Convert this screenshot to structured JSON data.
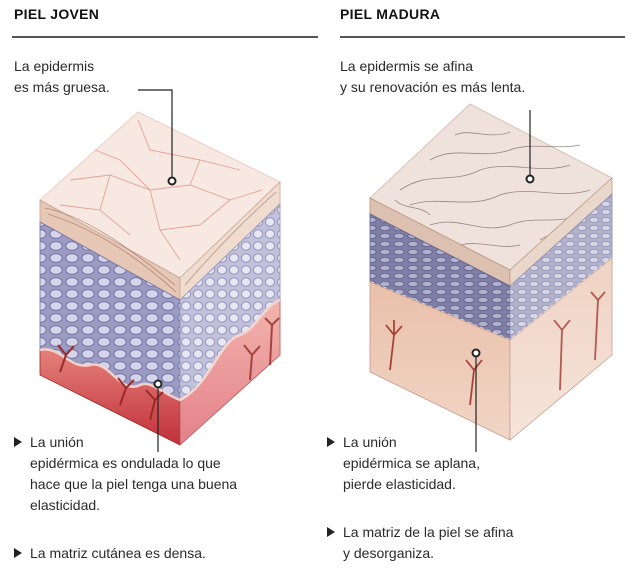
{
  "young": {
    "title": "PIEL JOVEN",
    "top_note": [
      "La epidermis",
      "es más gruesa."
    ],
    "bullets": [
      [
        "La unión",
        "epidérmica es ondulada lo que",
        "hace que la piel tenga una buena",
        "elasticidad."
      ],
      [
        "La matriz cutánea es densa."
      ]
    ]
  },
  "mature": {
    "title": "PIEL MADURA",
    "top_note": [
      "La epidermis se afina",
      "y su renovación es más lenta."
    ],
    "bullets": [
      [
        "La unión",
        "epidérmica se aplana,",
        "pierde elasticidad."
      ],
      [
        "La matriz de la piel se afina",
        "y desorganiza."
      ]
    ]
  },
  "colors": {
    "epidermis_top": "#f6e6df",
    "crack_young": "#e6a59a",
    "dermis_side": "#d9b8a6",
    "cell_layer": "#8f8fb8",
    "cell_fill": "#c9c9e3",
    "deep_young": "#c83a3c",
    "deep_mature": "#e8b8a0",
    "vessel": "#a0302a",
    "leader": "#222222"
  }
}
